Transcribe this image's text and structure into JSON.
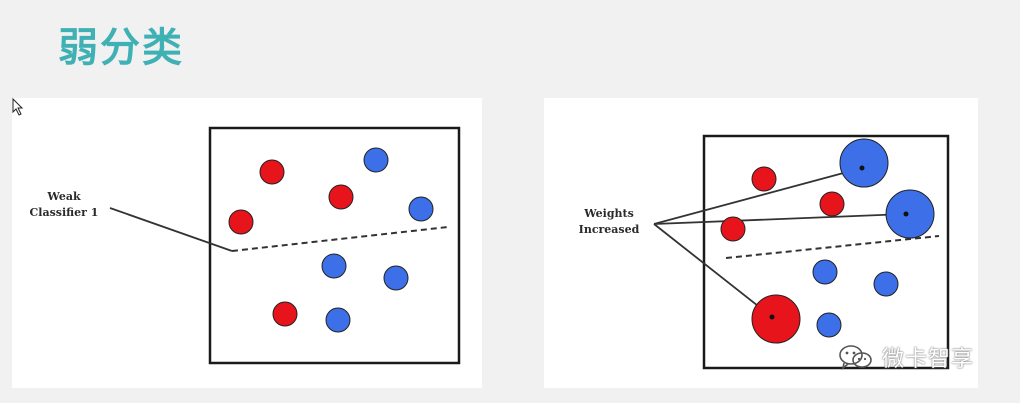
{
  "title": "弱分类",
  "colors": {
    "title": "#3fb1b4",
    "red_point": "#e8141c",
    "blue_point": "#3d6fe8",
    "frame": "#1a1a1a"
  },
  "left_diagram": {
    "label_lines": [
      "Weak",
      "Classifier 1"
    ],
    "line_style": "dashed",
    "point_colors": [
      "red",
      "red",
      "red",
      "red",
      "blue",
      "blue",
      "blue",
      "blue",
      "blue"
    ]
  },
  "right_diagram": {
    "label_lines": [
      "Weights",
      "Increased"
    ],
    "line_style": "dashed",
    "point_colors": [
      "red",
      "red",
      "red",
      "red",
      "blue",
      "blue",
      "blue",
      "blue",
      "blue"
    ],
    "enlarged_points": [
      "red",
      "blue",
      "blue"
    ]
  },
  "watermark": {
    "icon": "wechat-icon",
    "text": "微卡智享"
  }
}
